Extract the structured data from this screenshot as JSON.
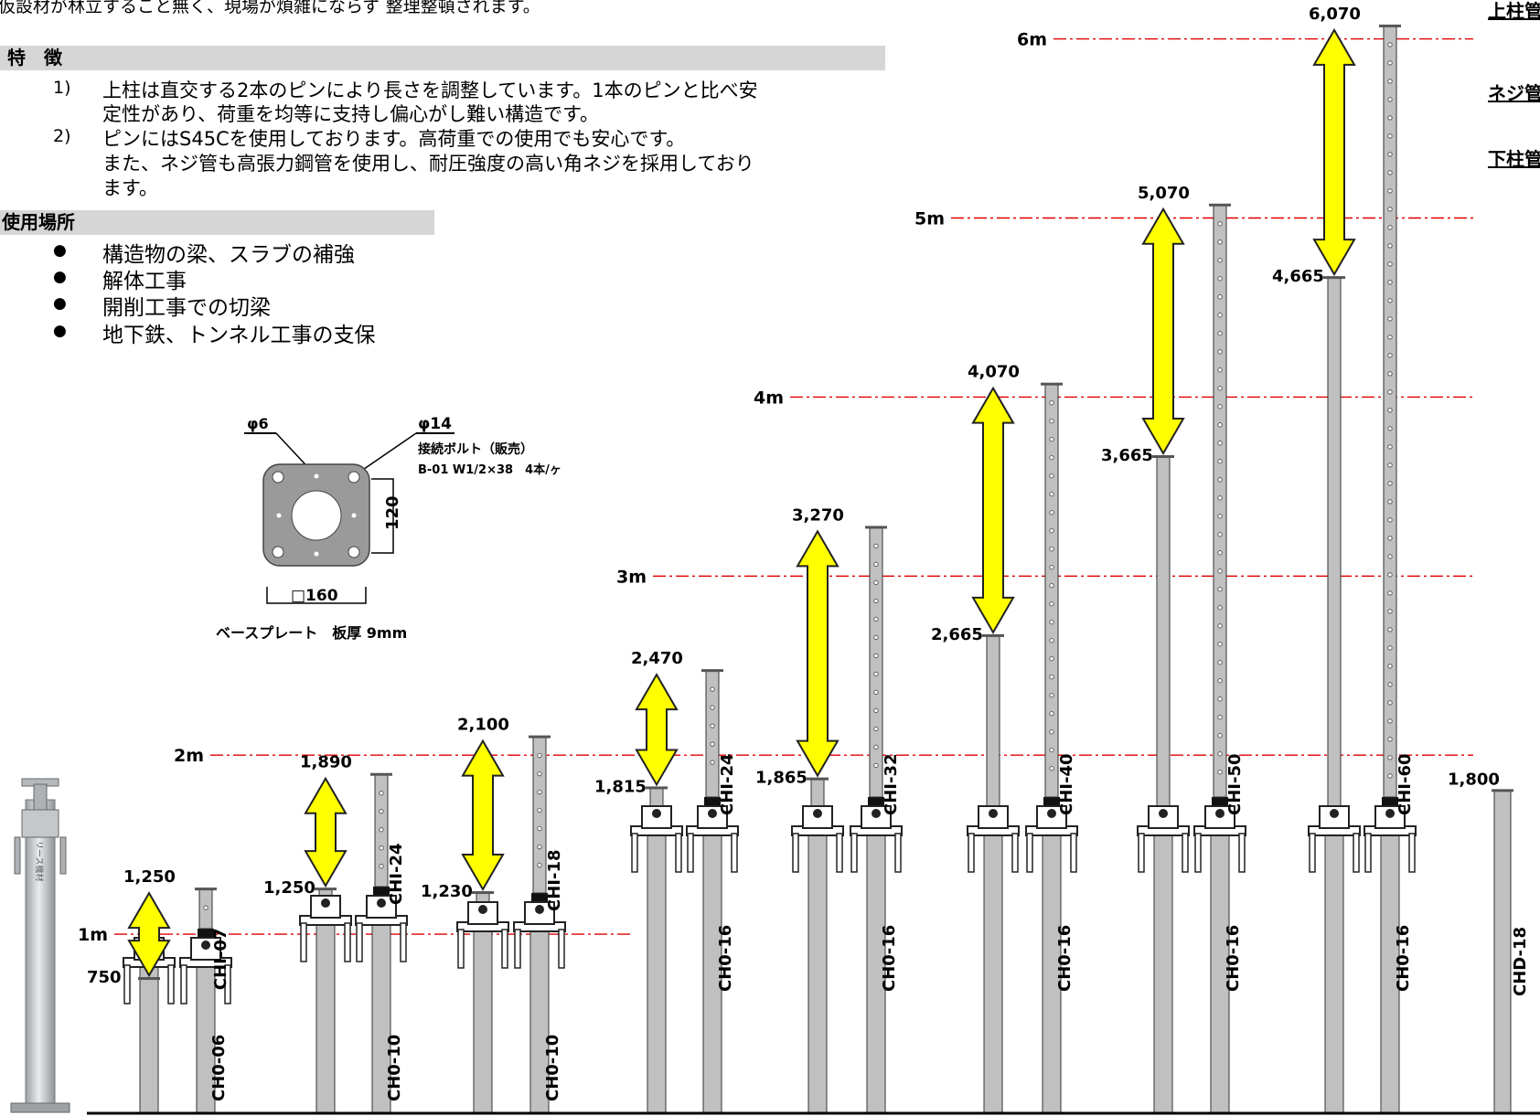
{
  "top_text": "仮設材が林立すること無く、現場が煩雑にならず 整理整頓されます。",
  "features": {
    "title": "特　徴",
    "items": [
      {
        "num": "1)",
        "lines": [
          "上柱は直交する2本のピンにより長さを調整しています。1本のピンと比べ安",
          "定性があり、荷重を均等に支持し偏心がし難い構造です。"
        ]
      },
      {
        "num": "2)",
        "lines": [
          "ピンにはS45Cを使用しております。高荷重での使用でも安心です。",
          "また、ネジ管も高張力鋼管を使用し、耐圧強度の高い角ネジを採用しており",
          "ます。"
        ]
      }
    ]
  },
  "usage": {
    "title": "使用場所",
    "items": [
      "構造物の梁、スラブの補強",
      "解体工事",
      "開削工事での切梁",
      "地下鉄、トンネル工事の支保"
    ]
  },
  "base_plate": {
    "hole_small": "φ6",
    "hole_large": "φ14",
    "bolt_name": "接続ボルト（販売）",
    "bolt_spec": "B-01  W1/2×38　4本/ヶ",
    "dim_v": "120",
    "dim_h": "□160",
    "caption": "ベースプレート　板厚 9mm"
  },
  "scale_lines": [
    {
      "label": "1m",
      "m": 1
    },
    {
      "label": "2m",
      "m": 2
    },
    {
      "label": "3m",
      "m": 3
    },
    {
      "label": "4m",
      "m": 4
    },
    {
      "label": "5m",
      "m": 5
    },
    {
      "label": "6m",
      "m": 6
    }
  ],
  "units": [
    {
      "lower": "CH0-06",
      "upper": "CHI-07",
      "min": 750,
      "max": 1250,
      "min_label": "750",
      "max_label": "1,250"
    },
    {
      "lower": "CH0-10",
      "upper": "CHI-24",
      "min": 1250,
      "max": 1890,
      "min_label": "1,250",
      "max_label": "1,890"
    },
    {
      "lower": "CH0-10",
      "upper": "CHI-18",
      "min": 1230,
      "max": 2100,
      "min_label": "1,230",
      "max_label": "2,100"
    },
    {
      "lower": "CH0-16",
      "upper": "CHI-24",
      "min": 1815,
      "max": 2470,
      "min_label": "1,815",
      "max_label": "2,470"
    },
    {
      "lower": "CH0-16",
      "upper": "CHI-32",
      "min": 1865,
      "max": 3270,
      "min_label": "1,865",
      "max_label": "3,270"
    },
    {
      "lower": "CH0-16",
      "upper": "CHI-40",
      "min": 2665,
      "max": 4070,
      "min_label": "2,665",
      "max_label": "4,070"
    },
    {
      "lower": "CH0-16",
      "upper": "CHI-50",
      "min": 3665,
      "max": 5070,
      "min_label": "3,665",
      "max_label": "5,070"
    },
    {
      "lower": "CH0-16",
      "upper": "CHI-60",
      "min": 4665,
      "max": 6070,
      "min_label": "4,665",
      "max_label": "6,070"
    }
  ],
  "single": {
    "label": "CHD-18",
    "height": 1800,
    "height_label": "1,800"
  },
  "right_headers": [
    "上柱管",
    "ネジ管",
    "下柱管"
  ],
  "photo_stamp": "リース機材",
  "colors": {
    "arrow": "#ffff00",
    "pipe": "#c0c0c0",
    "scale_line": "#e00000",
    "section_bar": "#d6d6d6"
  }
}
